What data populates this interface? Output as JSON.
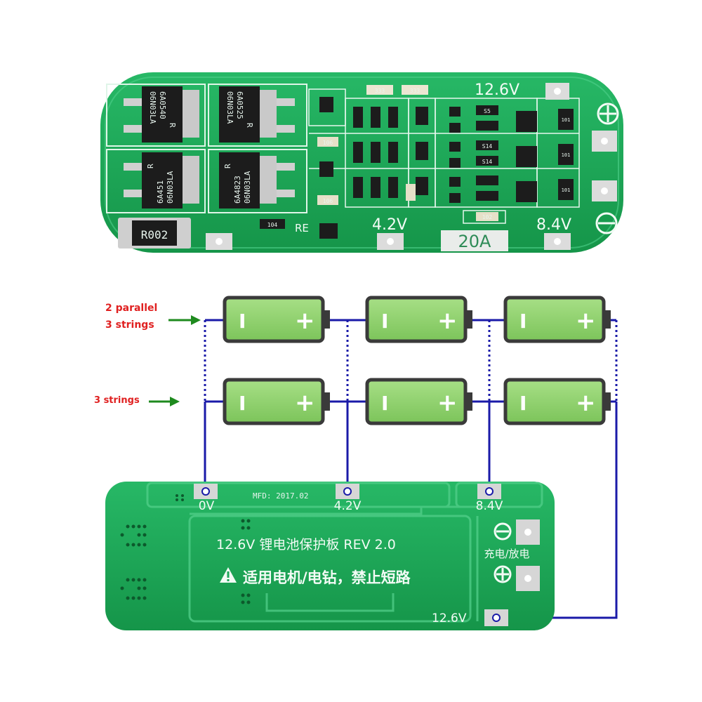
{
  "top_board": {
    "v_12_6": "12.6V",
    "v_4_2": "4.2V",
    "v_8_4": "8.4V",
    "current": "20A",
    "resistor": "R002",
    "re_label": "RE",
    "mosfets": [
      {
        "l1": "06N03LA",
        "l2": "6A0540",
        "l3": "R"
      },
      {
        "l1": "06N03LA",
        "l2": "6A0525",
        "l3": "R"
      },
      {
        "l1": "06N03LA",
        "l2": "6A451",
        "l3": "R"
      },
      {
        "l1": "06N03LA",
        "l2": "6A4823",
        "l3": "R"
      }
    ],
    "chip_codes": [
      "333",
      "333",
      "106",
      "106",
      "104",
      "102",
      "101",
      "101",
      "101",
      "S5",
      "S14",
      "S14"
    ]
  },
  "diagram": {
    "label_parallel_line1": "2 parallel",
    "label_parallel_line2": "3 strings",
    "label_series": "3 strings",
    "battery_minus": "I",
    "battery_plus": "+",
    "colors": {
      "battery": "#8fd16b",
      "wire": "#1a1aa8",
      "arrow": "#1e8a1e",
      "label": "#e02020",
      "board": "#1fa75a"
    }
  },
  "bottom_board": {
    "v_0": "0V",
    "v_4_2": "4.2V",
    "v_8_4": "8.4V",
    "v_12_6": "12.6V",
    "date_code": "MFD: 2017.02",
    "title": "12.6V 锂电池保护板 REV 2.0",
    "warning": "适用电机/电钻，禁止短路",
    "charge_discharge": "充电/放电"
  }
}
